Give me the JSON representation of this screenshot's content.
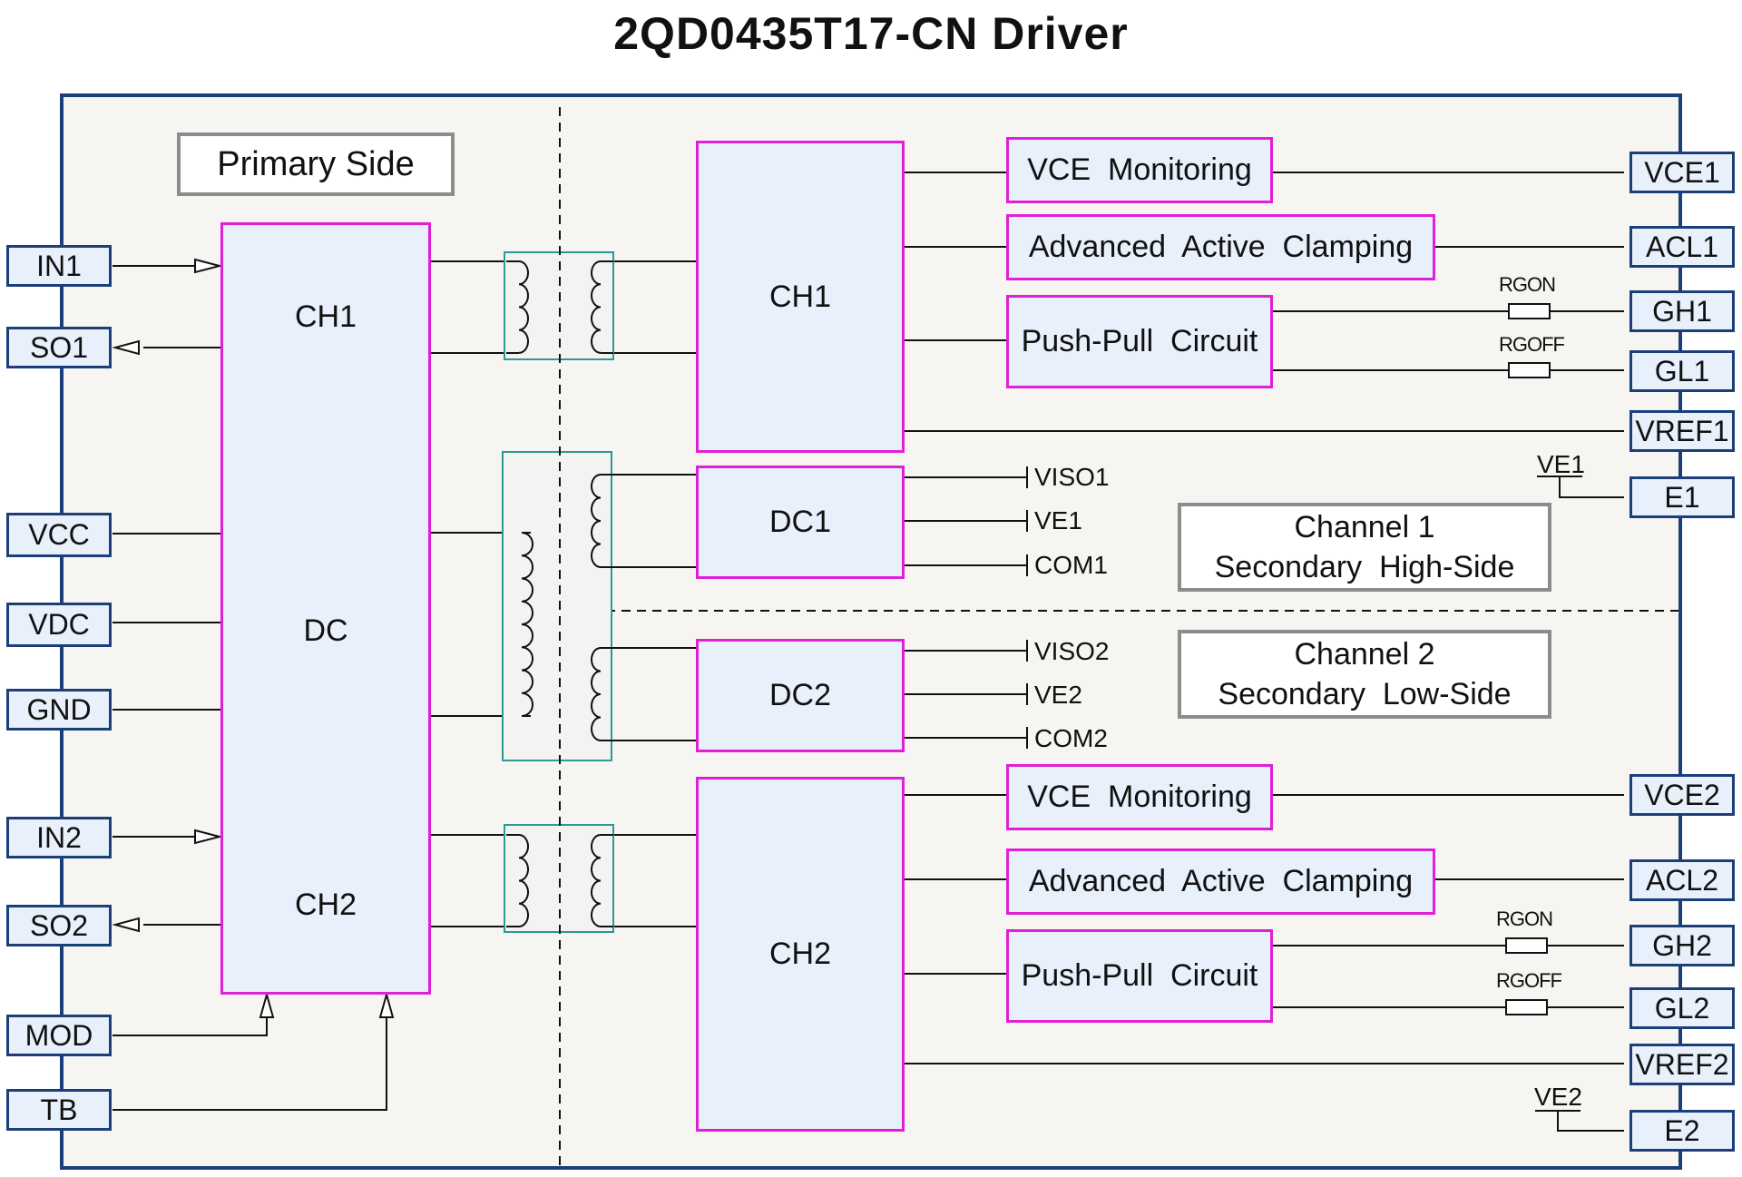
{
  "title": "2QD0435T17-CN Driver",
  "primary_side_label": "Primary Side",
  "left_pins": {
    "in1": "IN1",
    "so1": "SO1",
    "vcc": "VCC",
    "vdc": "VDC",
    "gnd": "GND",
    "in2": "IN2",
    "so2": "SO2",
    "mod": "MOD",
    "tb": "TB"
  },
  "right_pins": {
    "vce1": "VCE1",
    "acl1": "ACL1",
    "gh1": "GH1",
    "gl1": "GL1",
    "vref1": "VREF1",
    "e1": "E1",
    "vce2": "VCE2",
    "acl2": "ACL2",
    "gh2": "GH2",
    "gl2": "GL2",
    "vref2": "VREF2",
    "e2": "E2"
  },
  "primary_block": {
    "ch1": "CH1",
    "dc": "DC",
    "ch2": "CH2"
  },
  "secondary_blocks": {
    "ch1": "CH1",
    "dc1": "DC1",
    "dc2": "DC2",
    "ch2": "CH2"
  },
  "function_blocks": {
    "vce_monitoring_1": "VCE  Monitoring",
    "aac_1": "Advanced  Active  Clamping",
    "push_pull_1": "Push-Pull  Circuit",
    "vce_monitoring_2": "VCE  Monitoring",
    "aac_2": "Advanced  Active  Clamping",
    "push_pull_2": "Push-Pull  Circuit"
  },
  "resistors": {
    "rgon1": "RGON",
    "rgoff1": "RGOFF",
    "rgon2": "RGON",
    "rgoff2": "RGOFF"
  },
  "supply_labels": {
    "viso1": "VISO1",
    "ve1": "VE1",
    "com1": "COM1",
    "viso2": "VISO2",
    "ve2": "VE2",
    "com2": "COM2",
    "ve1_e": "VE1",
    "ve2_e": "VE2"
  },
  "channel_boxes": {
    "ch1_line1": "Channel 1",
    "ch1_line2": "Secondary  High-Side",
    "ch2_line1": "Channel 2",
    "ch2_line2": "Secondary  Low-Side"
  },
  "colors": {
    "frame": "#1c3f7a",
    "block_border": "#e020d8",
    "transformer": "#2a9a94",
    "box_fill": "#e8f0fb"
  }
}
